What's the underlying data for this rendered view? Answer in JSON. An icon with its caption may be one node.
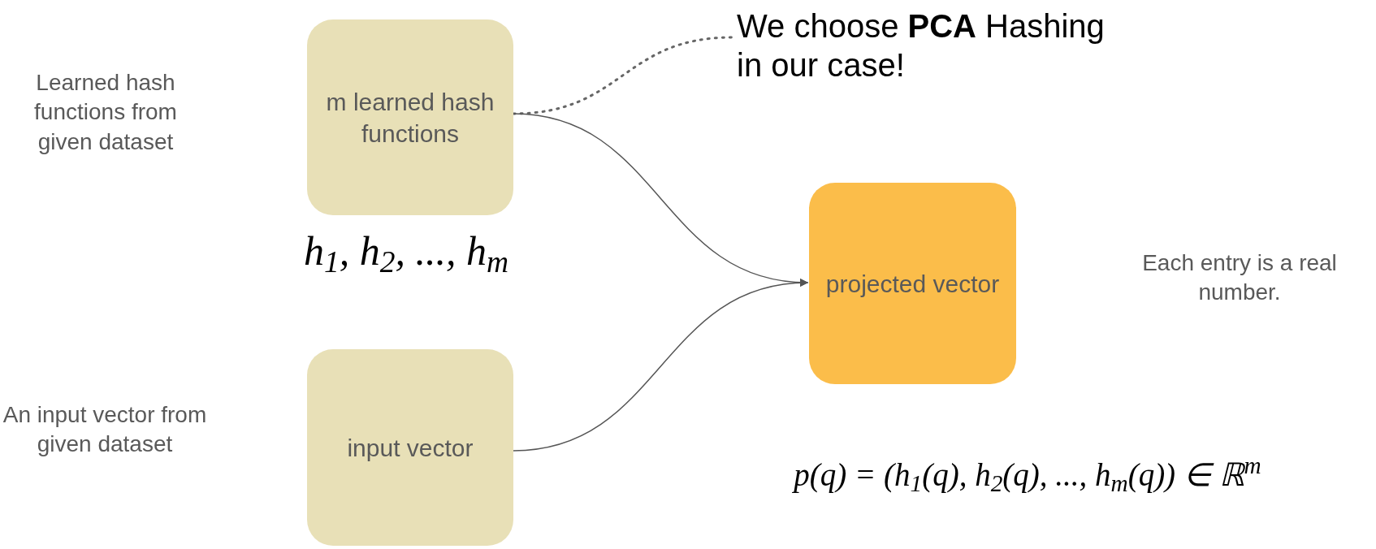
{
  "diagram": {
    "nodes": [
      {
        "text": [
          "m learned hash functions"
        ]
      },
      {
        "text": [
          "We choose **PCA** Hashing in our case!"
        ]
      },
      {
        "text": [
          "input vector"
        ]
      },
      {
        "text": [
          "projected vector"
        ]
      }
    ],
    "edges": [
      {
        "from": 0,
        "to": 1,
        "arrow": "none",
        "style": "dashed"
      },
      {
        "from": 0,
        "to": 3,
        "arrow": "to"
      },
      {
        "from": 2,
        "to": 3,
        "arrow": "to"
      }
    ],
    "labels": [
      "Learned hash functions from given dataset",
      "h$_{1}$, h$_{2}$, ..., h$_{m}$",
      "An input vector from given dataset",
      "Each entry is a real number.",
      "p(q) = (h$_{1}$(q), h$_{2}$(q), ..., h$_{m}$(q)) ∈ ℝ$^{m}$"
    ]
  }
}
